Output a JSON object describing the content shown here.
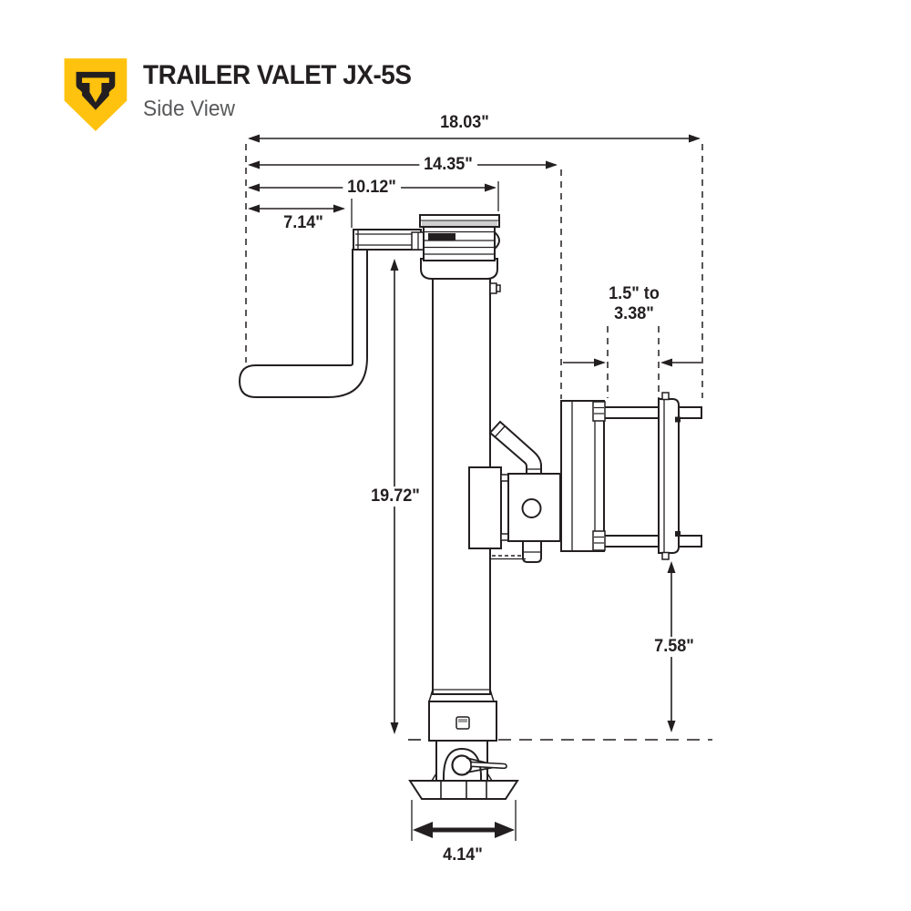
{
  "header": {
    "title": "TRAILER VALET JX-5S",
    "subtitle": "Side View"
  },
  "logo": {
    "icon": "trailer-valet-shield-icon",
    "shield_color": "#FFC20E",
    "mark_color": "#231F20"
  },
  "dimensions": {
    "overall_width": "18.03\"",
    "handle_to_bracket": "14.35\"",
    "handle_to_housing": "10.12\"",
    "handle_offset": "7.14\"",
    "clamp_range_line1": "1.5\" to",
    "clamp_range_line2": "3.38\"",
    "overall_height": "19.72\"",
    "bracket_to_ground": "7.58\"",
    "foot_width": "4.14\""
  },
  "colors": {
    "line": "#231F20",
    "accent_yellow": "#FFC20E",
    "subtitle_gray": "#58595B"
  }
}
